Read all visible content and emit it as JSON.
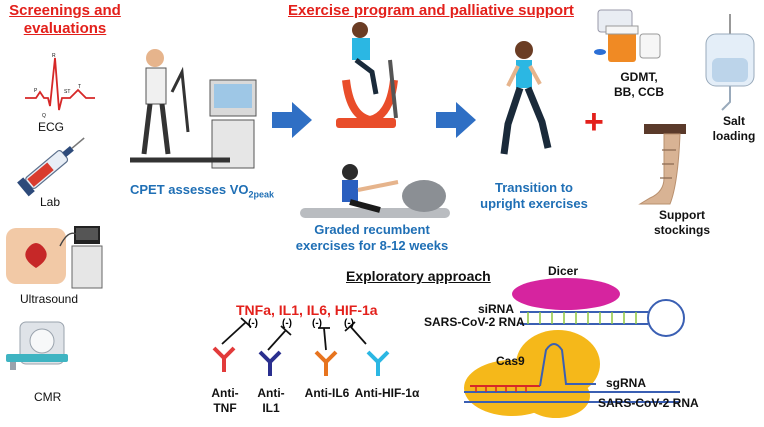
{
  "headers": {
    "screenings_line1": "Screenings and",
    "screenings_line2": "evaluations",
    "exercise": "Exercise program and palliative support",
    "exploratory": "Exploratory approach"
  },
  "screenings": {
    "ecg": "ECG",
    "ecg_wave_labels": [
      "P",
      "Q",
      "R",
      "ST",
      "T"
    ],
    "lab": "Lab",
    "ultrasound": "Ultrasound",
    "cmr": "CMR"
  },
  "exercise": {
    "cpet_main": "CPET assesses VO",
    "cpet_sub": "2peak",
    "recumbent_line1": "Graded recumbent",
    "recumbent_line2": "exercises for 8-12 weeks",
    "transition_line1": "Transition to",
    "transition_line2": "upright exercises",
    "plus_symbol": "+"
  },
  "palliative": {
    "meds_line1": "GDMT,",
    "meds_line2": "BB, CCB",
    "salt_line1": "Salt",
    "salt_line2": "loading",
    "stockings_line1": "Support",
    "stockings_line2": "stockings"
  },
  "exploratory": {
    "cytokines": "TNFa, IL1, IL6, HIF-1a",
    "inhibit_symbol": "(-)",
    "antibodies": [
      "Anti-TNF",
      "Anti-IL1",
      "Anti-IL6",
      "Anti-HIF-1α"
    ],
    "dicer": "Dicer",
    "sirna": "siRNA",
    "sars_rna": "SARS-CoV-2 RNA",
    "cas9": "Cas9",
    "sgrna": "sgRNA"
  },
  "colors": {
    "header_red": "#e3201b",
    "label_blue": "#1f6fb5",
    "arrow_blue": "#2f6fc4",
    "dicer_magenta": "#d6249f",
    "cas9_yellow": "#f5b81a",
    "antibody_colors": [
      "#e23b3b",
      "#2a2f8f",
      "#e7741f",
      "#2bb7e3"
    ]
  },
  "icons": [
    "ecg-icon",
    "syringe-icon",
    "ultrasound-icon",
    "mri-scanner-icon",
    "treadmill-cpet-icon",
    "exercise-bike-icon",
    "rowing-machine-icon",
    "walking-woman-icon",
    "pill-bottles-icon",
    "iv-bag-icon",
    "compression-stocking-icon",
    "antibody-icon",
    "rna-hairpin-icon",
    "cas9-complex-icon"
  ]
}
